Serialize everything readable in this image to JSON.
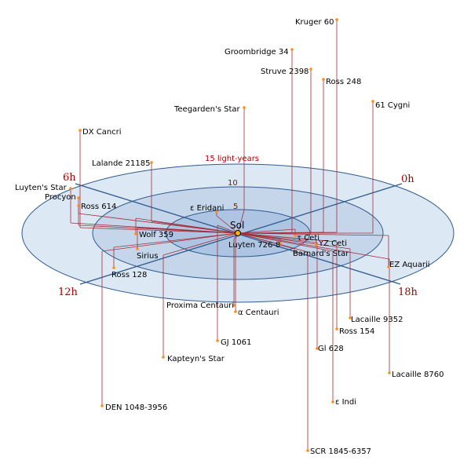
{
  "sol": {
    "label": "Sol"
  },
  "rings": [
    {
      "id": "r5",
      "label": "5"
    },
    {
      "id": "r10",
      "label": "10"
    },
    {
      "id": "r15",
      "label": "15 light-years"
    }
  ],
  "hours": [
    {
      "id": "h0",
      "label": "0h"
    },
    {
      "id": "h6",
      "label": "6h"
    },
    {
      "id": "h12",
      "label": "12h"
    },
    {
      "id": "h18",
      "label": "18h"
    }
  ],
  "stars": [
    {
      "id": "kruger-60",
      "label": "Kruger 60"
    },
    {
      "id": "groombridge-34",
      "label": "Groombridge 34"
    },
    {
      "id": "struve-2398",
      "label": "Struve 2398"
    },
    {
      "id": "ross-248",
      "label": "Ross 248"
    },
    {
      "id": "61-cygni",
      "label": "61 Cygni"
    },
    {
      "id": "teegardens-star",
      "label": "Teegarden's Star"
    },
    {
      "id": "dx-cancri",
      "label": "DX Cancri"
    },
    {
      "id": "lalande-21185",
      "label": "Lalande 21185"
    },
    {
      "id": "luytens-star",
      "label": "Luyten's Star"
    },
    {
      "id": "procyon",
      "label": "Procyon"
    },
    {
      "id": "ross-614",
      "label": "Ross 614"
    },
    {
      "id": "epsilon-eridani",
      "label": "ε Eridani"
    },
    {
      "id": "wolf-359",
      "label": "Wolf 359"
    },
    {
      "id": "sirius",
      "label": "Sirius"
    },
    {
      "id": "ross-128",
      "label": "Ross 128"
    },
    {
      "id": "tau-ceti",
      "label": "τ Ceti"
    },
    {
      "id": "luyten-726-8",
      "label": "Luyten 726-8"
    },
    {
      "id": "yz-ceti",
      "label": "YZ Ceti"
    },
    {
      "id": "barnards-star",
      "label": "Barnard's Star"
    },
    {
      "id": "ez-aquarii",
      "label": "EZ Aquarii"
    },
    {
      "id": "proxima-centauri",
      "label": "Proxima Centauri"
    },
    {
      "id": "alpha-centauri",
      "label": "α Centauri"
    },
    {
      "id": "lacaille-9352",
      "label": "Lacaille 9352"
    },
    {
      "id": "ross-154",
      "label": "Ross 154"
    },
    {
      "id": "gj-1061",
      "label": "GJ 1061"
    },
    {
      "id": "gl-628",
      "label": "Gl 628"
    },
    {
      "id": "kapteyns-star",
      "label": "Kapteyn's Star"
    },
    {
      "id": "lacaille-8760",
      "label": "Lacaille 8760"
    },
    {
      "id": "epsilon-indi",
      "label": "ε Indi"
    },
    {
      "id": "den-1048-3956",
      "label": "DEN 1048-3956"
    },
    {
      "id": "scr-1845-6357",
      "label": "SCR 1845-6357"
    }
  ],
  "colors": {
    "outer_disc": "#dde8f5",
    "middle_disc": "#c5d6eb",
    "inner_disc": "#adc5e2",
    "ring_stroke": "#2f5a8c",
    "line": "#a0303a",
    "star_dot": "#ff8c1a",
    "sol_fill": "#f2b400",
    "accent": "#aa0000"
  }
}
